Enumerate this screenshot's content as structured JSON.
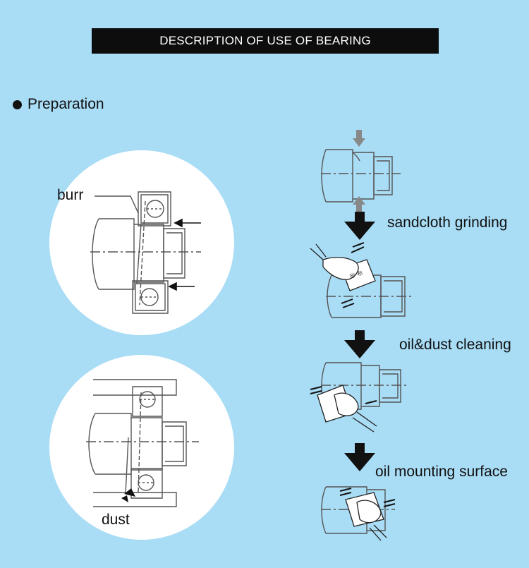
{
  "title": "DESCRIPTION OF USE OF BEARING",
  "section_heading": "Preparation",
  "diagram1": {
    "burr_label": "burr"
  },
  "diagram2": {
    "dust_label": "dust"
  },
  "steps": [
    {
      "label": "sandcloth grinding"
    },
    {
      "label": "oil&dust cleaning"
    },
    {
      "label": "oil mounting surface"
    }
  ],
  "wipe_cloth_text": "砂 布"
}
